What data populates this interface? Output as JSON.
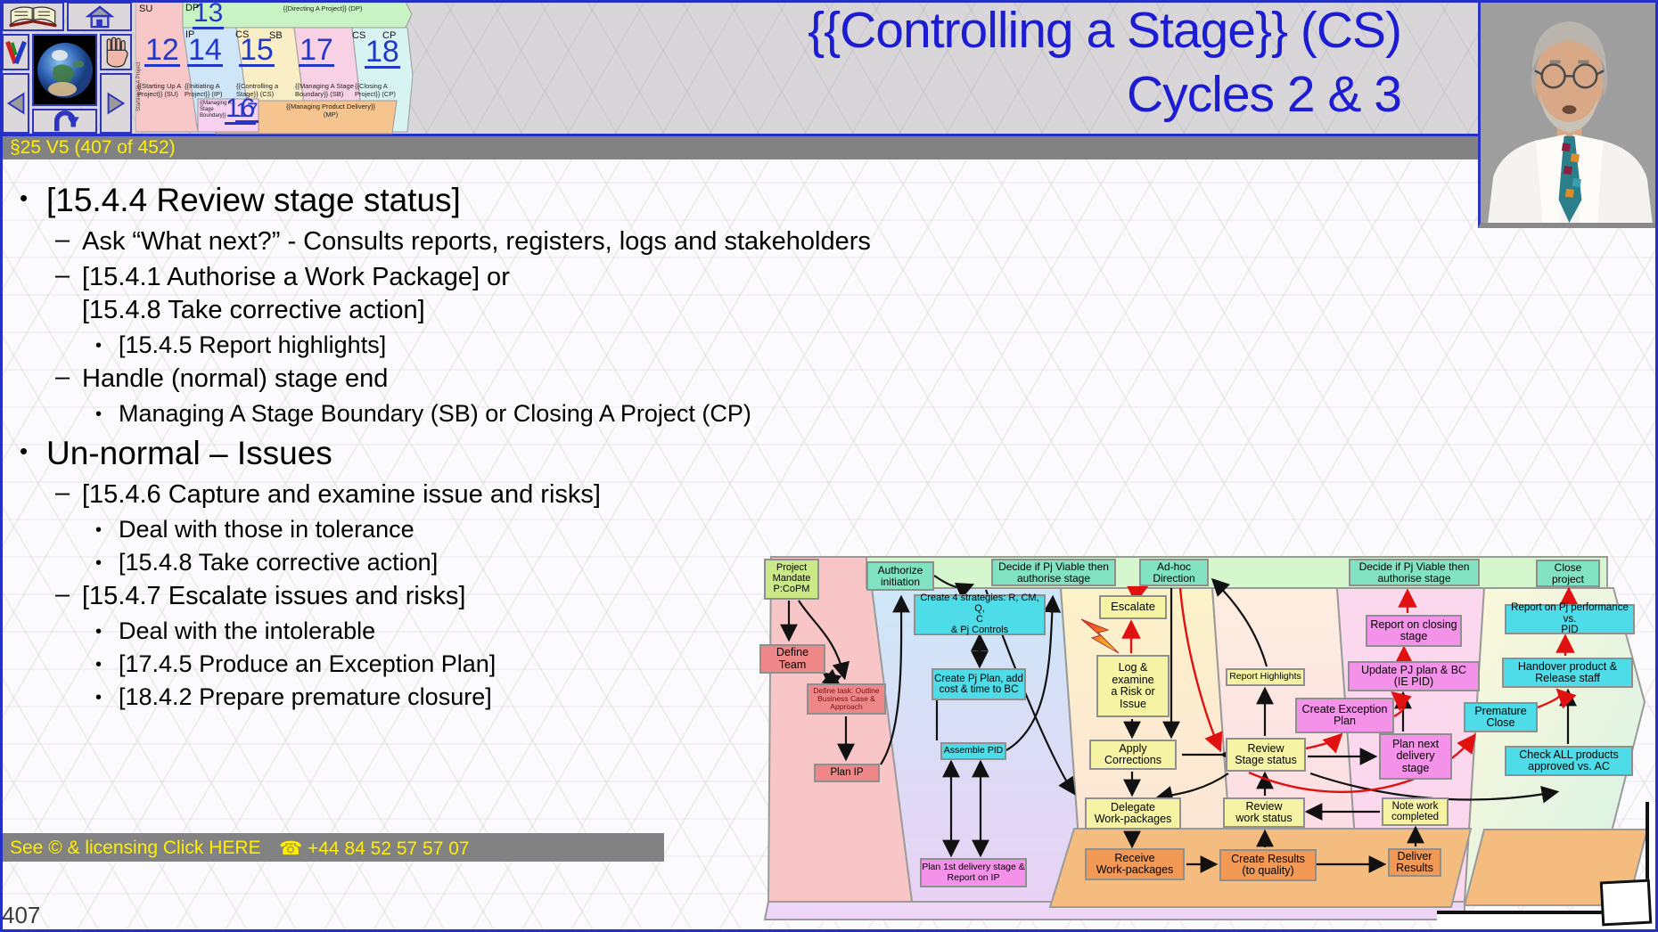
{
  "header": {
    "title_line1": "{{Controlling a Stage}} (CS)",
    "title_line2": "Cycles 2 & 3",
    "slide_ref": "§25 V5 (407 of 452)"
  },
  "nav_icons": [
    "book-icon",
    "home-icon",
    "v-logo-icon",
    "earth-icon",
    "hand-icon",
    "back-arrow-icon",
    "undo-icon",
    "forward-arrow-icon"
  ],
  "minimap": {
    "numbers": {
      "su": "12",
      "dp": "13",
      "ip": "14",
      "cs": "15",
      "sb": "17",
      "cp": "18",
      "mp": "16",
      "msb": "17"
    },
    "codes": {
      "su": "SU",
      "dp": "DP",
      "ip": "IP",
      "cs": "CS",
      "sb": "SB",
      "cs2": "CS",
      "cp": "CP"
    },
    "labels": {
      "su": "{{Starting Up A\nProject}} (SU)",
      "dp": "{{Directing A Project}} (DP)",
      "ip": "{{Initiating A\nProject}} (IP)",
      "cs": "{{Controlling a\nStage}} (CS)",
      "sb": "{{Managing A Stage\nBoundary}} (SB)",
      "cp": "{{Closing A\nProject}} (CP)",
      "mp": "{{Managing Product Delivery}}\n(MP)",
      "msb": "{{Managing A Stage\nBoundary}}",
      "side": "Starting Up A Project"
    }
  },
  "bullets": [
    {
      "level": 1,
      "text": "[15.4.4 Review stage status]"
    },
    {
      "level": 2,
      "text": "Ask “What next?” - Consults reports, registers, logs and stakeholders"
    },
    {
      "level": 2,
      "text": "[15.4.1 Authorise a Work Package] or"
    },
    {
      "level": 2,
      "text": "[15.4.8 Take corrective action]",
      "cont": true
    },
    {
      "level": 3,
      "text": "[15.4.5 Report highlights]"
    },
    {
      "level": 2,
      "text": "Handle  (normal) stage end"
    },
    {
      "level": 3,
      "text": "Managing A Stage Boundary (SB) or Closing A Project (CP)"
    },
    {
      "level": 1,
      "text": "Un-normal – Issues"
    },
    {
      "level": 2,
      "text": "[15.4.6 Capture and examine issue and risks]"
    },
    {
      "level": 3,
      "text": "Deal with those in tolerance"
    },
    {
      "level": 3,
      "text": "[15.4.8 Take corrective action]"
    },
    {
      "level": 2,
      "text": "[15.4.7 Escalate issues and risks]"
    },
    {
      "level": 3,
      "text": "Deal with the intolerable"
    },
    {
      "level": 3,
      "text": "[17.4.5 Produce an Exception Plan]"
    },
    {
      "level": 3,
      "text": "[18.4.2 Prepare premature closure]"
    }
  ],
  "diagram": {
    "nodes": {
      "project-mandate": "Project\nMandate\nP:CoPM",
      "authorize-initiation": "Authorize\ninitiation",
      "decide-viable-1": "Decide if Pj Viable then\nauthorise stage",
      "adhoc-direction": "Ad-hoc\nDirection",
      "decide-viable-2": "Decide if Pj Viable then\nauthorise stage",
      "close-project": "Close\nproject",
      "create-4-strategies": "Create 4 strategies: R, CM, Q,\nC\n& Pj Controls",
      "escalate": "Escalate",
      "report-on-closing-stage": "Report on closing\nstage",
      "report-pj-performance": "Report on Pj performance vs.\nPID",
      "define-team": "Define\nTeam",
      "create-pj-plan": "Create Pj Plan, add\ncost & time to BC",
      "log-examine-risk": "Log &\nexamine\na Risk or\nIssue",
      "report-highlights": "Report Highlights",
      "update-pj-plan": "Update PJ plan & BC\n(IE PID)",
      "handover-product": "Handover product &\nRelease staff",
      "define-task": "Define task: Outline\nBusiness Case &\nApproach",
      "create-exception-plan": "Create Exception\nPlan",
      "premature-close": "Premature\nClose",
      "assemble-pid": "Assemble PID",
      "apply-corrections": "Apply\nCorrections",
      "review-stage-status": "Review\nStage status",
      "plan-next-delivery": "Plan next\ndelivery\nstage",
      "check-all-products": "Check ALL products\napproved vs. AC",
      "plan-ip": "Plan IP",
      "delegate-work-packages": "Delegate\nWork-packages",
      "review-work-status": "Review\nwork status",
      "note-work-completed": "Note work\ncompleted",
      "plan-1st-delivery": "Plan 1st delivery stage &\nReport on IP",
      "receive-work-packages": "Receive\nWork-packages",
      "create-results": "Create Results\n(to quality)",
      "deliver-results": "Deliver\nResults"
    }
  },
  "footer": {
    "license": "See © & licensing  Click HERE",
    "phone": "☎ +44 84 52 57 57 07",
    "page_number": "407"
  }
}
